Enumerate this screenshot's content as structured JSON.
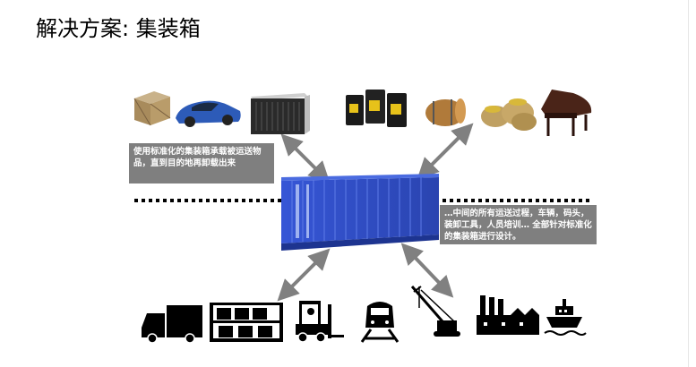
{
  "slide": {
    "title": "解决方案: 集装箱",
    "callout_left": "使用标准化的集装箱承载被运送物品，直到目的地再卸载出来",
    "callout_right": "…中间的所有运送过程，车辆，码头，装卸工具，人员培训… 全部针对标准化的集装箱进行设计。"
  },
  "colors": {
    "container": "#2f50c8",
    "arrow": "#808080",
    "callout_bg": "#7f7f7f",
    "icons": "#000000"
  },
  "goods_icons": [
    "wooden-crate",
    "sports-car",
    "server-rack",
    "oil-barrels",
    "wooden-barrel",
    "grain-sacks",
    "grand-piano"
  ],
  "transport_icons": [
    "truck",
    "rack",
    "forklift",
    "train",
    "crane",
    "factory",
    "ship"
  ]
}
